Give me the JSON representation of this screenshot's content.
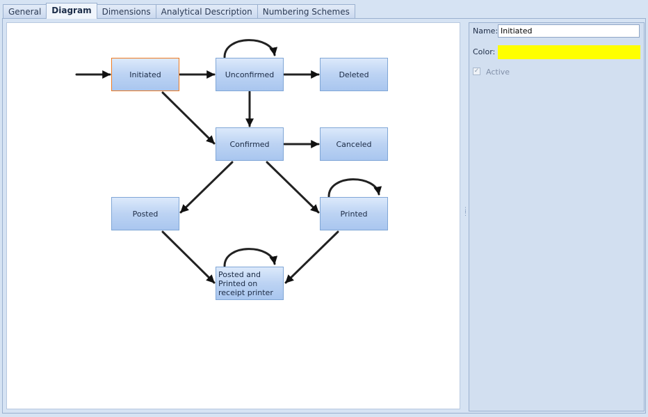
{
  "tabs": {
    "general": "General",
    "diagram": "Diagram",
    "dimensions": "Dimensions",
    "analytical": "Analytical Description",
    "numbering": "Numbering Schemes"
  },
  "diagram": {
    "nodes": {
      "initiated": "Initiated",
      "unconfirmed": "Unconfirmed",
      "deleted": "Deleted",
      "confirmed": "Confirmed",
      "canceled": "Canceled",
      "posted": "Posted",
      "printed": "Printed",
      "posted_printed": "Posted and Printed on receipt printer"
    }
  },
  "properties": {
    "name_label": "Name:",
    "name_value": "Initiated",
    "color_label": "Color:",
    "color_value": "#ffff00",
    "active_label": "Active",
    "active_checked": true
  }
}
